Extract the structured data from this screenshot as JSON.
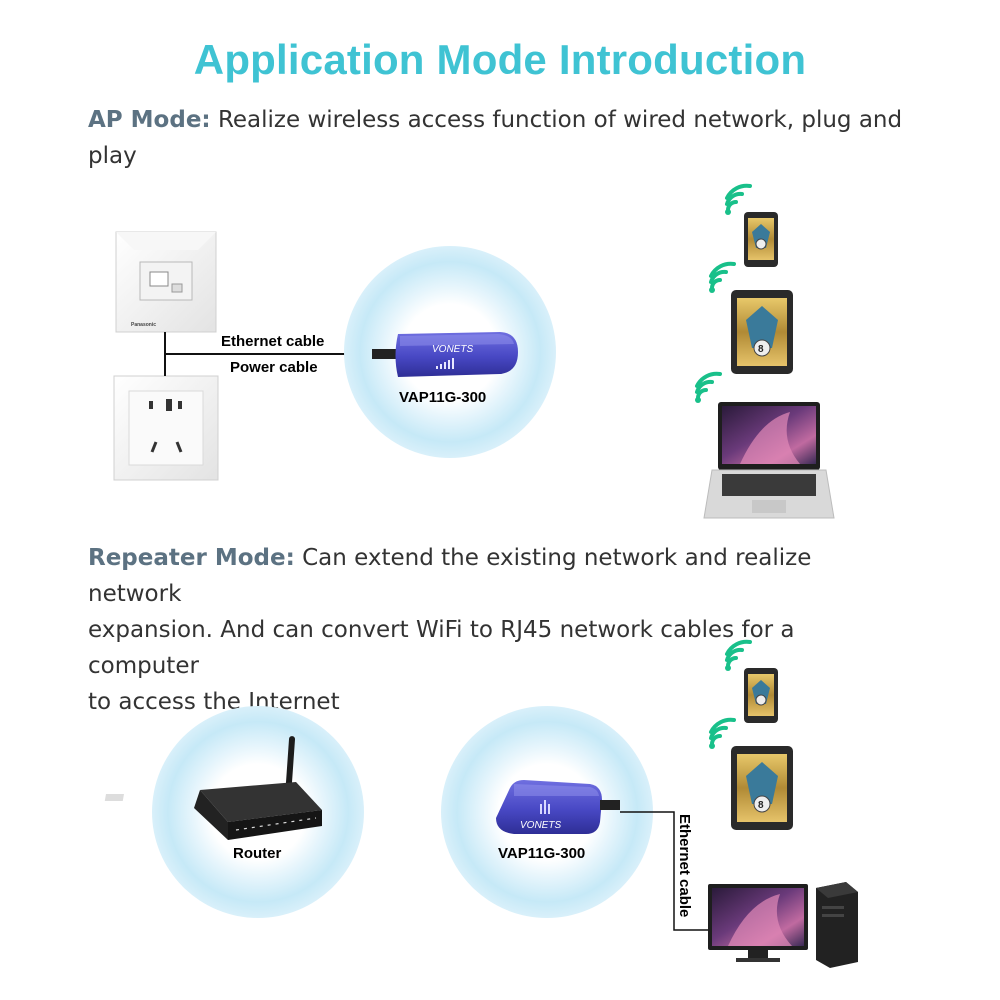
{
  "title": "Application Mode Introduction",
  "ap_mode": {
    "heading": "AP Mode:",
    "description": "Realize wireless access function of wired network, plug and play",
    "ethernet_label": "Ethernet cable",
    "power_label": "Power cable",
    "device_label": "VAP11G-300",
    "device_brand": "VONETS",
    "wall_plate_brand": "Panasonic"
  },
  "repeater_mode": {
    "heading": "Repeater Mode:",
    "description_line1": "Can extend the existing network and realize network",
    "description_line2": "expansion. And can convert WiFi to RJ45 network cables for a computer",
    "description_line3": "to access the Internet",
    "router_label": "Router",
    "device_label": "VAP11G-300",
    "device_brand": "VONETS",
    "ethernet_label": "Ethernet cable"
  },
  "colors": {
    "title": "#3fc3d3",
    "heading": "#5c7282",
    "wifi": "#19c08a",
    "device": "#4b4bc8",
    "halo": "#bfe6f6"
  },
  "icons": [
    "wifi-icon",
    "phone-icon",
    "tablet-icon",
    "laptop-icon",
    "desktop-icon",
    "router-icon",
    "wall-socket-icon",
    "ethernet-plate-icon"
  ]
}
